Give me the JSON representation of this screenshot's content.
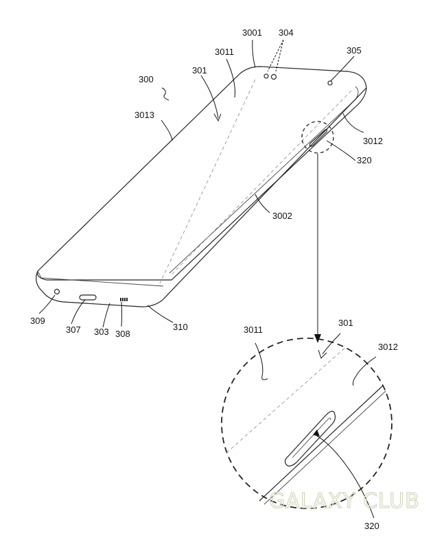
{
  "figure": {
    "labels": {
      "l300": "300",
      "l3001": "3001",
      "l304": "304",
      "l305": "305",
      "l3011": "3011",
      "l301": "301",
      "l3013": "3013",
      "l3012": "3012",
      "l320": "320",
      "l3002": "3002",
      "l309": "309",
      "l307": "307",
      "l303": "303",
      "l308": "308",
      "l310": "310",
      "d3011": "3011",
      "d301": "301",
      "d3012": "3012",
      "d320": "320"
    },
    "watermark": "GALAXY CLUB"
  }
}
